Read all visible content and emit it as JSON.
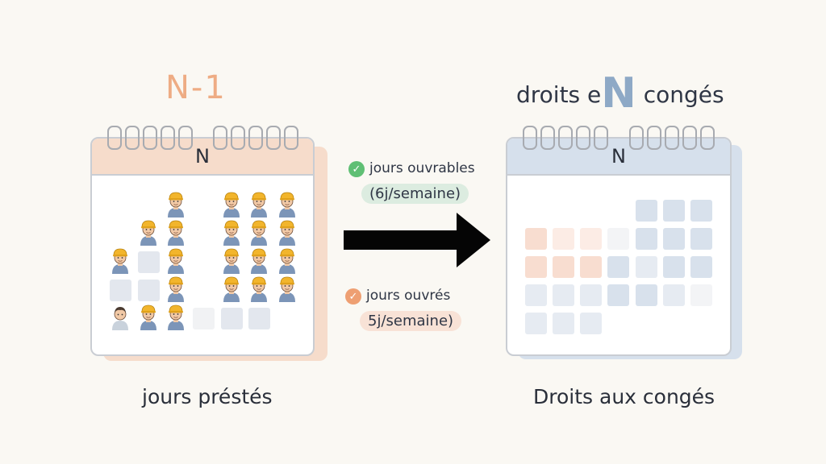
{
  "left_title": "N-1",
  "right_title": {
    "prefix": "droits e",
    "big": "N",
    "suffix": " congés"
  },
  "left_calendar": {
    "header": "N",
    "caption": "jours préstés"
  },
  "right_calendar": {
    "header": "N",
    "caption": "Droits aux congés"
  },
  "legend": {
    "ouvrables_label": "jours ouvrables",
    "ouvrables_rate": "(6j/semaine)",
    "ouvres_label": "jours ouvrés",
    "ouvres_rate": "5j/semaine)"
  },
  "colors": {
    "orange_title": "#eeac84",
    "left_header": "#f6dccb",
    "right_header": "#d6e0ec",
    "green_check": "#5fbf74",
    "orange_check": "#ee9f72",
    "arrow": "#050505"
  },
  "icons": [
    "worker-with-hardhat-icon",
    "check-icon",
    "arrow-right-icon"
  ]
}
